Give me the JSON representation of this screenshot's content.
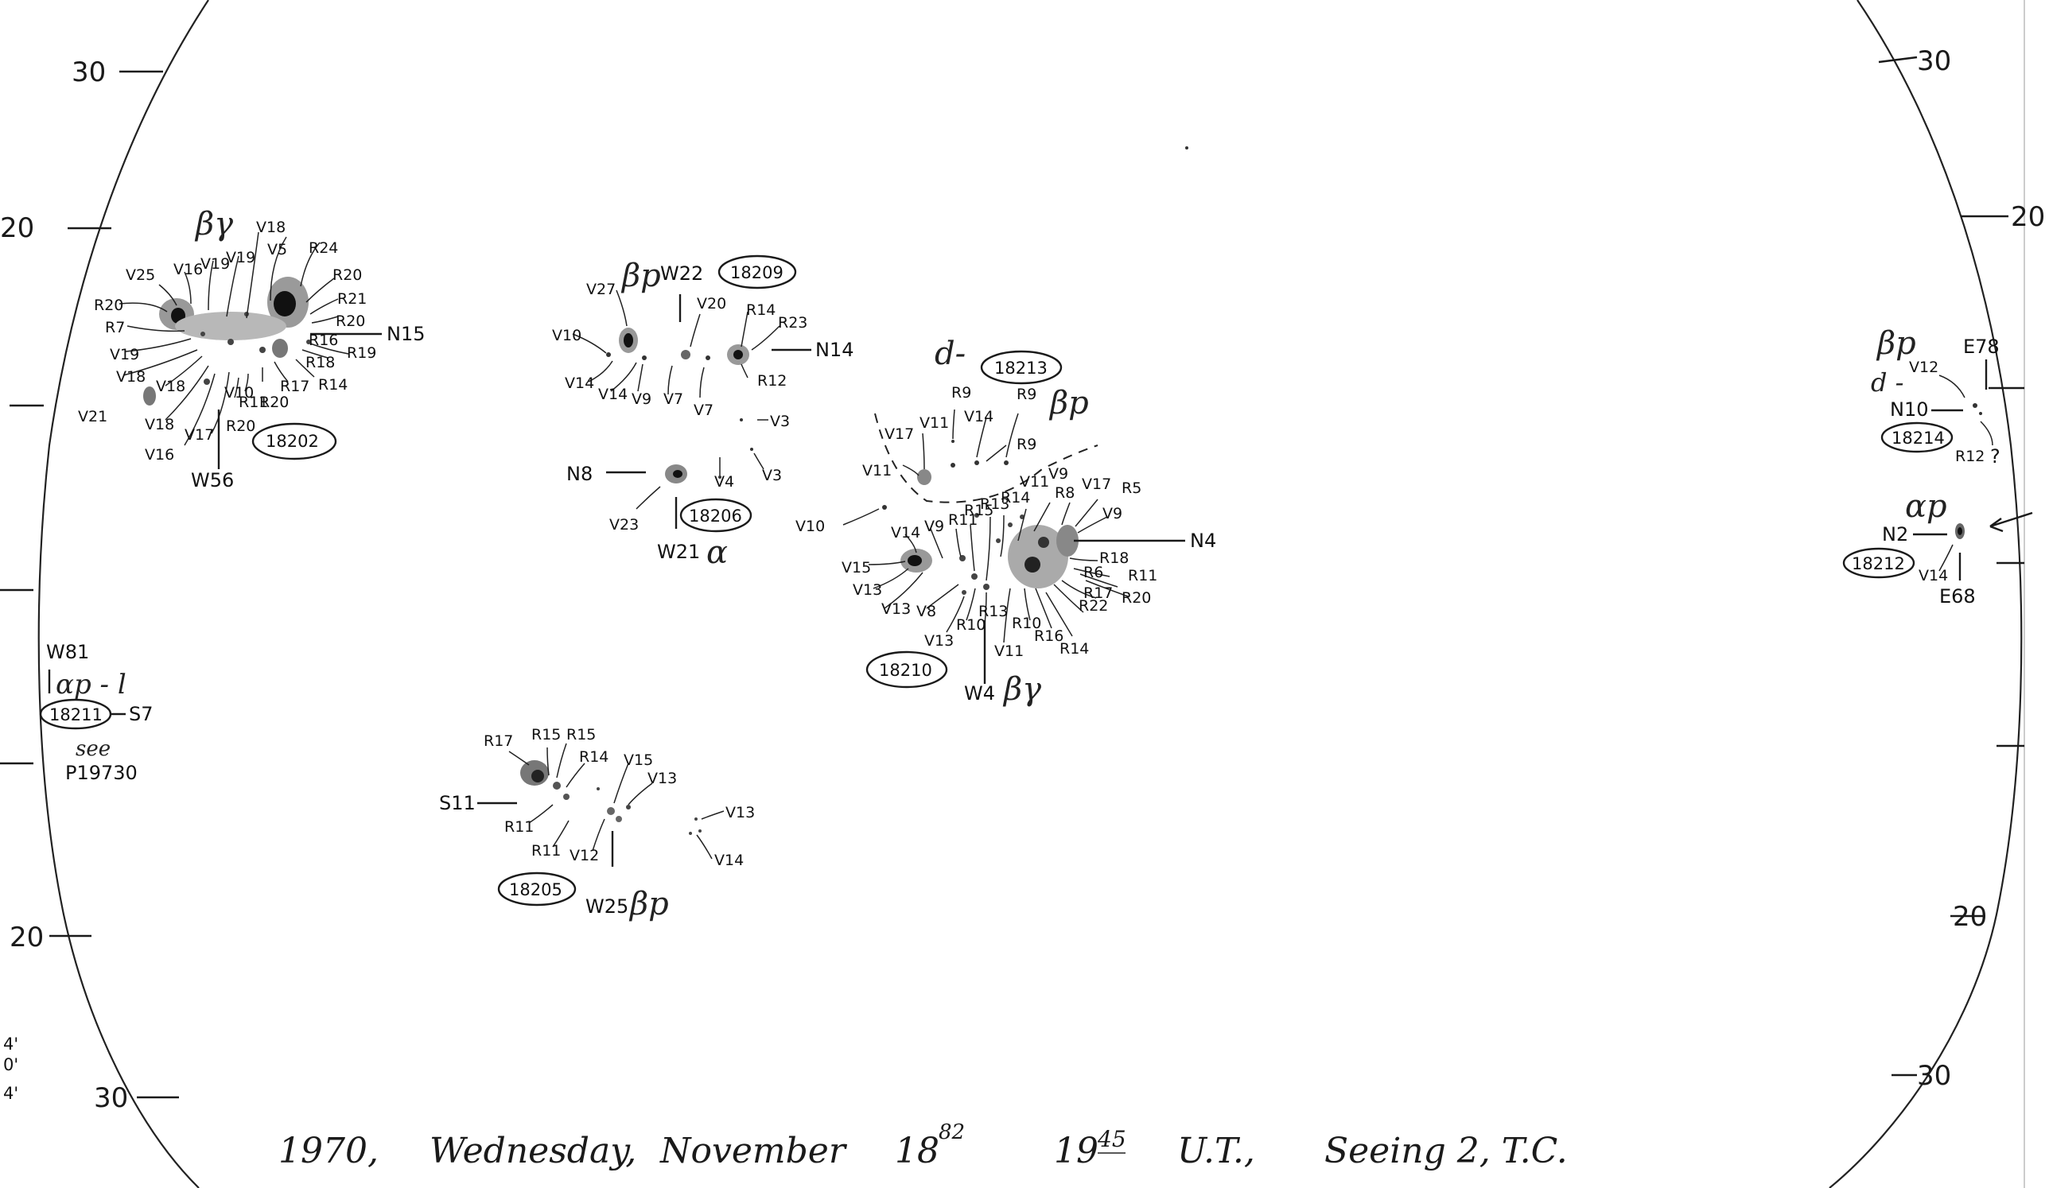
{
  "scale_left": {
    "top": "30",
    "upper": "20",
    "lower": "20",
    "bottom": "30",
    "edge_marks": [
      "4'",
      "0'",
      "4'"
    ]
  },
  "scale_right": {
    "top": "30",
    "upper": "20",
    "lower": "20",
    "bottom": "30"
  },
  "caption": {
    "year": "1970,",
    "weekday": "Wednesday,",
    "month": "November",
    "day": "18",
    "day_fraction": "82",
    "time": "19",
    "time_minutes": "45",
    "time_unit": "U.T.,",
    "seeing": "Seeing 2, T.C."
  },
  "regions": {
    "r18202": {
      "number": "18202",
      "class": "βγ",
      "position": "W56",
      "latitude": "N15",
      "labels": [
        "R20",
        "V25",
        "V16",
        "V19",
        "V19",
        "V18",
        "V5",
        "R24",
        "R20",
        "R7",
        "R21",
        "R20",
        "V19",
        "V18",
        "V21",
        "V18",
        "V18",
        "V16",
        "V17",
        "R20",
        "V10",
        "R11",
        "R20",
        "R17",
        "R16",
        "R18",
        "R19",
        "R14",
        "N15"
      ]
    },
    "r18209": {
      "number": "18209",
      "class": "βp",
      "position": "W22",
      "latitude": "N14",
      "labels": [
        "V27",
        "V20",
        "R14",
        "R23",
        "V10",
        "V14",
        "V14",
        "V9",
        "V7",
        "V7",
        "R12"
      ]
    },
    "r18206": {
      "number": "18206",
      "class": "α",
      "position": "W21",
      "latitude": "N8",
      "labels": [
        "V3",
        "V3",
        "V4",
        "V23"
      ]
    },
    "r18213": {
      "number": "18213",
      "class": "βp",
      "class_note": "d-",
      "labels": [
        "R9",
        "R9",
        "R9",
        "V17",
        "V11",
        "V14",
        "V11"
      ]
    },
    "r18210": {
      "number": "18210",
      "class": "βγ",
      "position": "W4",
      "latitude": "N4",
      "labels": [
        "V10",
        "V14",
        "V9",
        "R11",
        "R15",
        "R13",
        "R14",
        "V11",
        "R8",
        "V9",
        "V17",
        "R5",
        "V9",
        "V15",
        "V13",
        "V13",
        "V8",
        "V13",
        "R10",
        "R13",
        "V11",
        "R10",
        "R16",
        "R14",
        "R18",
        "R6",
        "R11",
        "R17",
        "R22",
        "R20"
      ]
    },
    "r18205": {
      "number": "18205",
      "class": "βp",
      "position": "W25",
      "latitude": "S11",
      "labels": [
        "R17",
        "R15",
        "R15",
        "R14",
        "V15",
        "V13",
        "V13",
        "V14",
        "R11",
        "R11",
        "V12"
      ]
    },
    "r18211": {
      "number": "18211",
      "class": "αp - l",
      "position": "W81",
      "latitude": "S7",
      "note_1": "see",
      "note_2": "P19730"
    },
    "r18214": {
      "number": "18214",
      "class": "βp",
      "class_note": "d -",
      "position": "E78",
      "latitude": "N10",
      "labels": [
        "V12",
        "R12"
      ],
      "query": "?"
    },
    "r18212": {
      "number": "18212",
      "class": "αp",
      "position": "E68",
      "latitude": "N2",
      "labels": [
        "V14"
      ]
    }
  }
}
